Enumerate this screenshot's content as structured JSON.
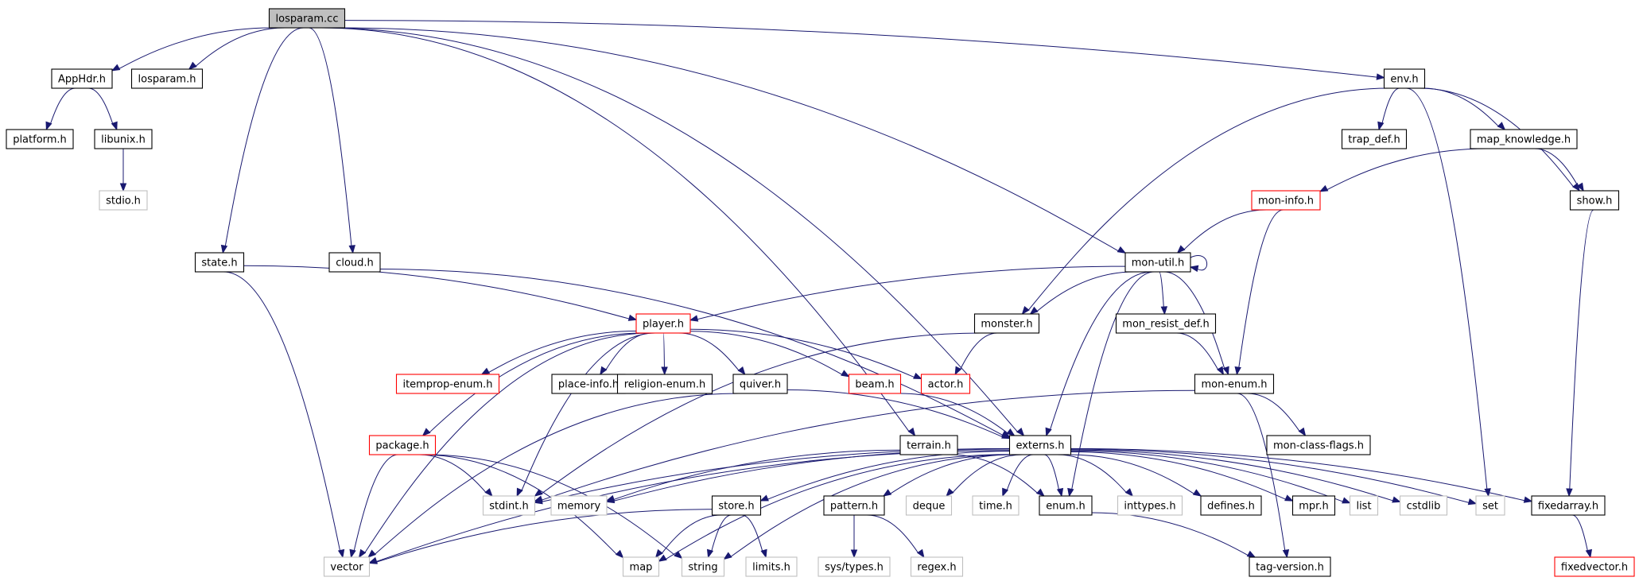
{
  "colors": {
    "edge": "#191970",
    "box": "#000000",
    "box_missing": "#bfbfbf",
    "box_truncated": "#ff0000",
    "root_fill": "#bfbfbf"
  },
  "nodes": [
    {
      "id": "losparam_cc",
      "label": "losparam.cc",
      "style": "root"
    },
    {
      "id": "AppHdr_h",
      "label": "AppHdr.h",
      "style": "normal"
    },
    {
      "id": "losparam_h",
      "label": "losparam.h",
      "style": "normal"
    },
    {
      "id": "env_h",
      "label": "env.h",
      "style": "normal"
    },
    {
      "id": "platform_h",
      "label": "platform.h",
      "style": "normal"
    },
    {
      "id": "libunix_h",
      "label": "libunix.h",
      "style": "normal"
    },
    {
      "id": "trap_def_h",
      "label": "trap_def.h",
      "style": "normal"
    },
    {
      "id": "map_knowledge_h",
      "label": "map_knowledge.h",
      "style": "normal"
    },
    {
      "id": "stdio_h",
      "label": "stdio.h",
      "style": "missing"
    },
    {
      "id": "mon_info_h",
      "label": "mon-info.h",
      "style": "truncated"
    },
    {
      "id": "show_h",
      "label": "show.h",
      "style": "normal"
    },
    {
      "id": "state_h",
      "label": "state.h",
      "style": "normal"
    },
    {
      "id": "cloud_h",
      "label": "cloud.h",
      "style": "normal"
    },
    {
      "id": "mon_util_h",
      "label": "mon-util.h",
      "style": "normal"
    },
    {
      "id": "player_h",
      "label": "player.h",
      "style": "truncated"
    },
    {
      "id": "monster_h",
      "label": "monster.h",
      "style": "normal"
    },
    {
      "id": "mon_resist_def_h",
      "label": "mon_resist_def.h",
      "style": "normal"
    },
    {
      "id": "itemprop_enum_h",
      "label": "itemprop-enum.h",
      "style": "truncated"
    },
    {
      "id": "place_info_h",
      "label": "place-info.h",
      "style": "normal"
    },
    {
      "id": "religion_enum_h",
      "label": "religion-enum.h",
      "style": "normal"
    },
    {
      "id": "quiver_h",
      "label": "quiver.h",
      "style": "normal"
    },
    {
      "id": "beam_h",
      "label": "beam.h",
      "style": "truncated"
    },
    {
      "id": "actor_h",
      "label": "actor.h",
      "style": "truncated"
    },
    {
      "id": "mon_enum_h",
      "label": "mon-enum.h",
      "style": "normal"
    },
    {
      "id": "package_h",
      "label": "package.h",
      "style": "truncated"
    },
    {
      "id": "terrain_h",
      "label": "terrain.h",
      "style": "normal"
    },
    {
      "id": "externs_h",
      "label": "externs.h",
      "style": "normal"
    },
    {
      "id": "mon_class_flags_h",
      "label": "mon-class-flags.h",
      "style": "normal"
    },
    {
      "id": "stdint_h",
      "label": "stdint.h",
      "style": "missing"
    },
    {
      "id": "memory",
      "label": "memory",
      "style": "missing"
    },
    {
      "id": "store_h",
      "label": "store.h",
      "style": "normal"
    },
    {
      "id": "pattern_h",
      "label": "pattern.h",
      "style": "normal"
    },
    {
      "id": "deque",
      "label": "deque",
      "style": "missing"
    },
    {
      "id": "time_h",
      "label": "time.h",
      "style": "missing"
    },
    {
      "id": "enum_h",
      "label": "enum.h",
      "style": "normal"
    },
    {
      "id": "inttypes_h",
      "label": "inttypes.h",
      "style": "missing"
    },
    {
      "id": "defines_h",
      "label": "defines.h",
      "style": "normal"
    },
    {
      "id": "mpr_h",
      "label": "mpr.h",
      "style": "normal"
    },
    {
      "id": "list",
      "label": "list",
      "style": "missing"
    },
    {
      "id": "cstdlib",
      "label": "cstdlib",
      "style": "missing"
    },
    {
      "id": "set",
      "label": "set",
      "style": "missing"
    },
    {
      "id": "fixedarray_h",
      "label": "fixedarray.h",
      "style": "normal"
    },
    {
      "id": "vector",
      "label": "vector",
      "style": "missing"
    },
    {
      "id": "map",
      "label": "map",
      "style": "missing"
    },
    {
      "id": "string",
      "label": "string",
      "style": "missing"
    },
    {
      "id": "limits_h",
      "label": "limits.h",
      "style": "missing"
    },
    {
      "id": "sys_types_h",
      "label": "sys/types.h",
      "style": "missing"
    },
    {
      "id": "regex_h",
      "label": "regex.h",
      "style": "missing"
    },
    {
      "id": "tag_version_h",
      "label": "tag-version.h",
      "style": "normal"
    },
    {
      "id": "fixedvector_h",
      "label": "fixedvector.h",
      "style": "truncated"
    }
  ],
  "edges": [
    [
      "losparam_cc",
      "AppHdr_h"
    ],
    [
      "losparam_cc",
      "losparam_h"
    ],
    [
      "losparam_cc",
      "env_h"
    ],
    [
      "losparam_cc",
      "state_h"
    ],
    [
      "losparam_cc",
      "cloud_h"
    ],
    [
      "losparam_cc",
      "mon_util_h"
    ],
    [
      "losparam_cc",
      "terrain_h"
    ],
    [
      "losparam_cc",
      "externs_h"
    ],
    [
      "AppHdr_h",
      "platform_h"
    ],
    [
      "AppHdr_h",
      "libunix_h"
    ],
    [
      "libunix_h",
      "stdio_h"
    ],
    [
      "env_h",
      "trap_def_h"
    ],
    [
      "env_h",
      "map_knowledge_h"
    ],
    [
      "env_h",
      "show_h"
    ],
    [
      "env_h",
      "monster_h"
    ],
    [
      "env_h",
      "set"
    ],
    [
      "map_knowledge_h",
      "mon_info_h"
    ],
    [
      "map_knowledge_h",
      "show_h"
    ],
    [
      "mon_info_h",
      "mon_util_h"
    ],
    [
      "mon_info_h",
      "mon_enum_h"
    ],
    [
      "show_h",
      "fixedarray_h"
    ],
    [
      "state_h",
      "player_h"
    ],
    [
      "state_h",
      "vector"
    ],
    [
      "cloud_h",
      "externs_h"
    ],
    [
      "mon_util_h",
      "mon_util_h"
    ],
    [
      "mon_util_h",
      "player_h"
    ],
    [
      "mon_util_h",
      "monster_h"
    ],
    [
      "mon_util_h",
      "mon_resist_def_h"
    ],
    [
      "mon_util_h",
      "mon_enum_h"
    ],
    [
      "mon_util_h",
      "externs_h"
    ],
    [
      "mon_util_h",
      "enum_h"
    ],
    [
      "player_h",
      "itemprop_enum_h"
    ],
    [
      "player_h",
      "place_info_h"
    ],
    [
      "player_h",
      "religion_enum_h"
    ],
    [
      "player_h",
      "quiver_h"
    ],
    [
      "player_h",
      "beam_h"
    ],
    [
      "player_h",
      "actor_h"
    ],
    [
      "player_h",
      "package_h"
    ],
    [
      "player_h",
      "stdint_h"
    ],
    [
      "player_h",
      "vector"
    ],
    [
      "monster_h",
      "actor_h"
    ],
    [
      "monster_h",
      "stdint_h"
    ],
    [
      "mon_resist_def_h",
      "mon_enum_h"
    ],
    [
      "quiver_h",
      "externs_h"
    ],
    [
      "quiver_h",
      "vector"
    ],
    [
      "beam_h",
      "externs_h"
    ],
    [
      "mon_enum_h",
      "mon_class_flags_h"
    ],
    [
      "mon_enum_h",
      "stdint_h"
    ],
    [
      "mon_enum_h",
      "tag_version_h"
    ],
    [
      "package_h",
      "stdint_h"
    ],
    [
      "package_h",
      "vector"
    ],
    [
      "package_h",
      "map"
    ],
    [
      "package_h",
      "string"
    ],
    [
      "terrain_h",
      "enum_h"
    ],
    [
      "terrain_h",
      "memory"
    ],
    [
      "externs_h",
      "stdint_h"
    ],
    [
      "externs_h",
      "memory"
    ],
    [
      "externs_h",
      "store_h"
    ],
    [
      "externs_h",
      "pattern_h"
    ],
    [
      "externs_h",
      "deque"
    ],
    [
      "externs_h",
      "time_h"
    ],
    [
      "externs_h",
      "enum_h"
    ],
    [
      "externs_h",
      "inttypes_h"
    ],
    [
      "externs_h",
      "defines_h"
    ],
    [
      "externs_h",
      "mpr_h"
    ],
    [
      "externs_h",
      "list"
    ],
    [
      "externs_h",
      "cstdlib"
    ],
    [
      "externs_h",
      "set"
    ],
    [
      "externs_h",
      "fixedarray_h"
    ],
    [
      "externs_h",
      "vector"
    ],
    [
      "externs_h",
      "map"
    ],
    [
      "externs_h",
      "string"
    ],
    [
      "store_h",
      "vector"
    ],
    [
      "store_h",
      "map"
    ],
    [
      "store_h",
      "string"
    ],
    [
      "store_h",
      "limits_h"
    ],
    [
      "pattern_h",
      "sys_types_h"
    ],
    [
      "pattern_h",
      "regex_h"
    ],
    [
      "enum_h",
      "tag_version_h"
    ],
    [
      "fixedarray_h",
      "fixedvector_h"
    ]
  ]
}
